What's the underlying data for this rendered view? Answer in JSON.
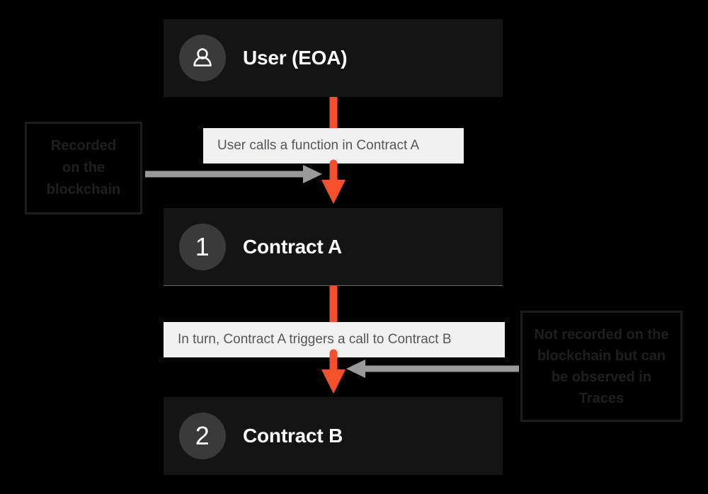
{
  "diagram": {
    "title": "Contract call flow",
    "background_color": "#000000",
    "accent_color": "#F4502B",
    "card_color": "#141414",
    "chip_color": "#f1f1f1",
    "annotation_text_color": "#1f1f1f"
  },
  "nodes": [
    {
      "id": "user",
      "icon": "person-icon",
      "badge_kind": "icon",
      "badge_value": "",
      "label": "User (EOA)"
    },
    {
      "id": "contract-a",
      "icon": "",
      "badge_kind": "number",
      "badge_value": "1",
      "label": "Contract A"
    },
    {
      "id": "contract-b",
      "icon": "",
      "badge_kind": "number",
      "badge_value": "2",
      "label": "Contract B"
    }
  ],
  "chips": [
    {
      "id": "chip-1",
      "text": "User calls a function in Contract A"
    },
    {
      "id": "chip-2",
      "text": "In turn, Contract A triggers a call to Contract B"
    }
  ],
  "annotations": [
    {
      "id": "annot-left",
      "lines": [
        "Recorded",
        "on the",
        "blockchain"
      ],
      "text": "Recorded on the blockchain",
      "points_to": "chip-1"
    },
    {
      "id": "annot-right",
      "lines": [
        "Not recorded on the",
        "blockchain but can",
        "be observed in",
        "Traces"
      ],
      "text": "Not recorded on the blockchain but can be observed in Traces",
      "points_to": "chip-2"
    }
  ],
  "connectors": [
    {
      "id": "flow-user-to-a",
      "from": "user",
      "to": "contract-a",
      "color": "#F4502B",
      "direction": "down"
    },
    {
      "id": "flow-a-to-b",
      "from": "contract-a",
      "to": "contract-b",
      "color": "#F4502B",
      "direction": "down"
    },
    {
      "id": "pointer-left",
      "from": "annot-left",
      "to": "flow-user-to-a",
      "color": "#9a9a9a",
      "direction": "right"
    },
    {
      "id": "pointer-right",
      "from": "annot-right",
      "to": "flow-a-to-b",
      "color": "#9a9a9a",
      "direction": "left"
    }
  ]
}
